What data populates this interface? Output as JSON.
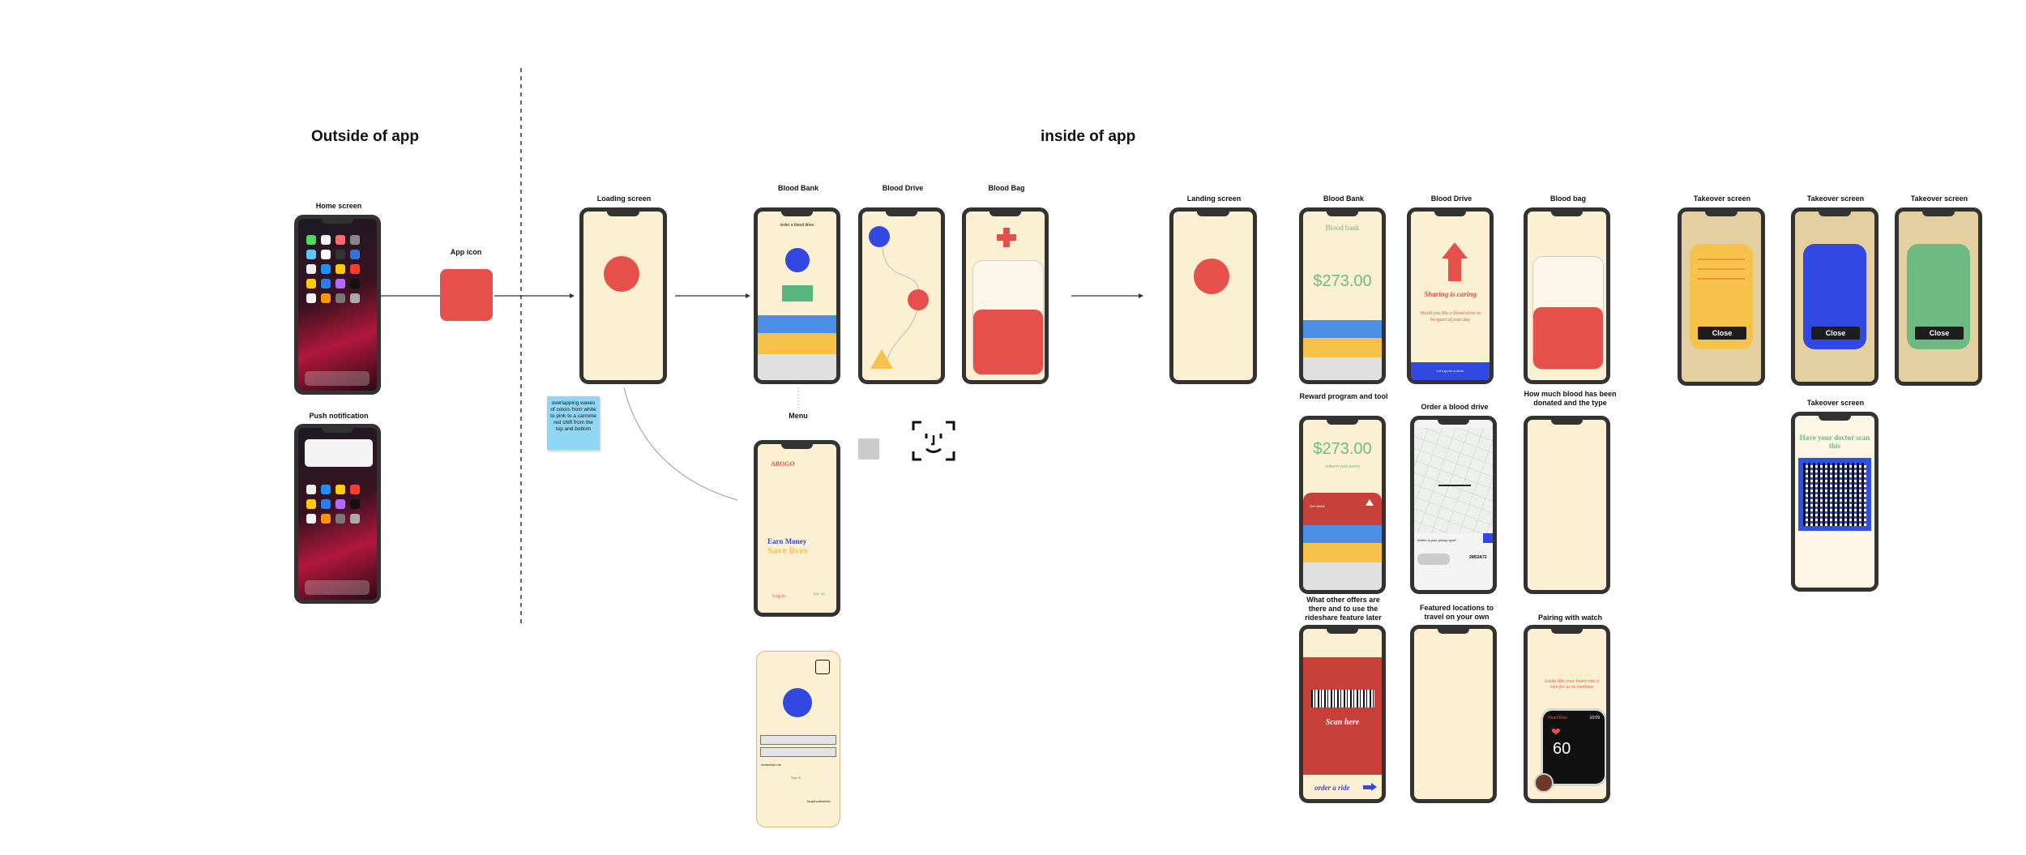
{
  "headings": {
    "outside": "Outside of app",
    "inside": "inside of app"
  },
  "labels": {
    "home_screen": "Home screen",
    "push_notification": "Push notification",
    "app_icon": "App icon",
    "loading_screen": "Loading screen",
    "blood_bank_1": "Blood Bank",
    "blood_drive_1": "Blood Drive",
    "blood_bag_1": "Blood Bag",
    "menu": "Menu",
    "landing_screen": "Landing screen",
    "blood_bank_2": "Blood Bank",
    "blood_drive_2": "Blood Drive",
    "blood_bag_2": "Blood bag",
    "takeover_1": "Takeover screen",
    "takeover_2": "Takeover screen",
    "takeover_3": "Takeover screen",
    "takeover_4": "Takeover screen",
    "reward": "Reward program and tool",
    "order_drive": "Order a blood drive",
    "how_much": "How much blood has been donated and the type",
    "other_offers": "What other offers are there and to use the rideshare feature later",
    "featured": "Featured locations to travel on your own",
    "pairing": "Pairing with watch"
  },
  "sticky_note": "overlapping waves of colors from white to pink to a carmine red shift from the top and bottom",
  "screens": {
    "blood_bank_1_text": "order a blood drive",
    "menu_title": "ABOGO",
    "menu_tag1": "Earn Money",
    "menu_tag2": "Save lives",
    "menu_login": "Log in",
    "menu_signup": "sign up",
    "login_remember": "remember me",
    "login_signin": "Sign in",
    "login_forgot": "forgot password",
    "bb2_title": "Blood bank",
    "bb2_amount": "$273.00",
    "bd2_text1": "Sharing is caring",
    "bd2_text2": "Would you like a blood drive to be apart of your day",
    "bd2_btn": "Let's go for a drive!",
    "close": "Close",
    "doctor": "Have your doctor scan this",
    "reward_amount": "$273.00",
    "reward_sub": "redeem your points",
    "reward_red": "Get drinks!",
    "map_where": "Where is your pickup spot?",
    "map_plate": "2M53A72",
    "scan_here": "Scan here",
    "order_ride": "order a ride",
    "watch_text": "Looks like your heart rate a rate for us to continue",
    "watch_time": "10:09",
    "watch_bpm": "60",
    "watch_label": "Heart Rate"
  },
  "colors": {
    "cream": "#fbf0d1",
    "red": "#e5514a",
    "blue": "#3149e0",
    "yellow": "#f6c24a",
    "green": "#6dbb83",
    "frame": "#333333"
  }
}
